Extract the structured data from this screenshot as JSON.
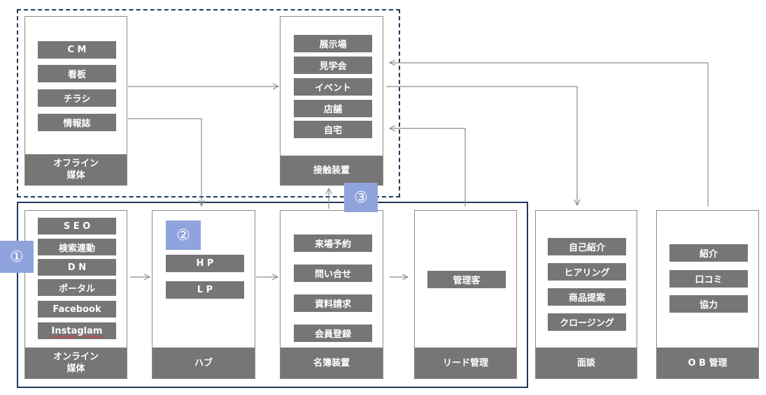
{
  "columns": {
    "offline": {
      "label": "オフライン\n媒体",
      "items": [
        "C M",
        "看板",
        "チラシ",
        "情報誌"
      ]
    },
    "contact": {
      "label": "接触装置",
      "items": [
        "展示場",
        "見学会",
        "イベント",
        "店舗",
        "自宅"
      ]
    },
    "online": {
      "label": "オンライン\n媒体",
      "items": [
        "S E O",
        "検索連動",
        "D N",
        "ポータル",
        "Facebook",
        "Instaglam"
      ]
    },
    "hub": {
      "label": "ハブ",
      "items": [
        "H P",
        "L P"
      ]
    },
    "registry": {
      "label": "名簿装置",
      "items": [
        "来場予約",
        "問い合せ",
        "資料請求",
        "会員登録"
      ]
    },
    "lead": {
      "label": "リード管理",
      "items": [
        "管理客"
      ]
    },
    "meeting": {
      "label": "面談",
      "items": [
        "自己紹介",
        "ヒアリング",
        "商品提案",
        "クロージング"
      ]
    },
    "ob": {
      "label": "O B 管理",
      "items": [
        "紹介",
        "口コミ",
        "協力"
      ]
    }
  },
  "badges": {
    "one": "①",
    "two": "②",
    "three": "③"
  },
  "colors": {
    "box_fill": "#767676",
    "badge_fill": "#8fa3dc",
    "frame_stroke": "#1f3a5a",
    "arrow_stroke": "#8c8c8c"
  }
}
